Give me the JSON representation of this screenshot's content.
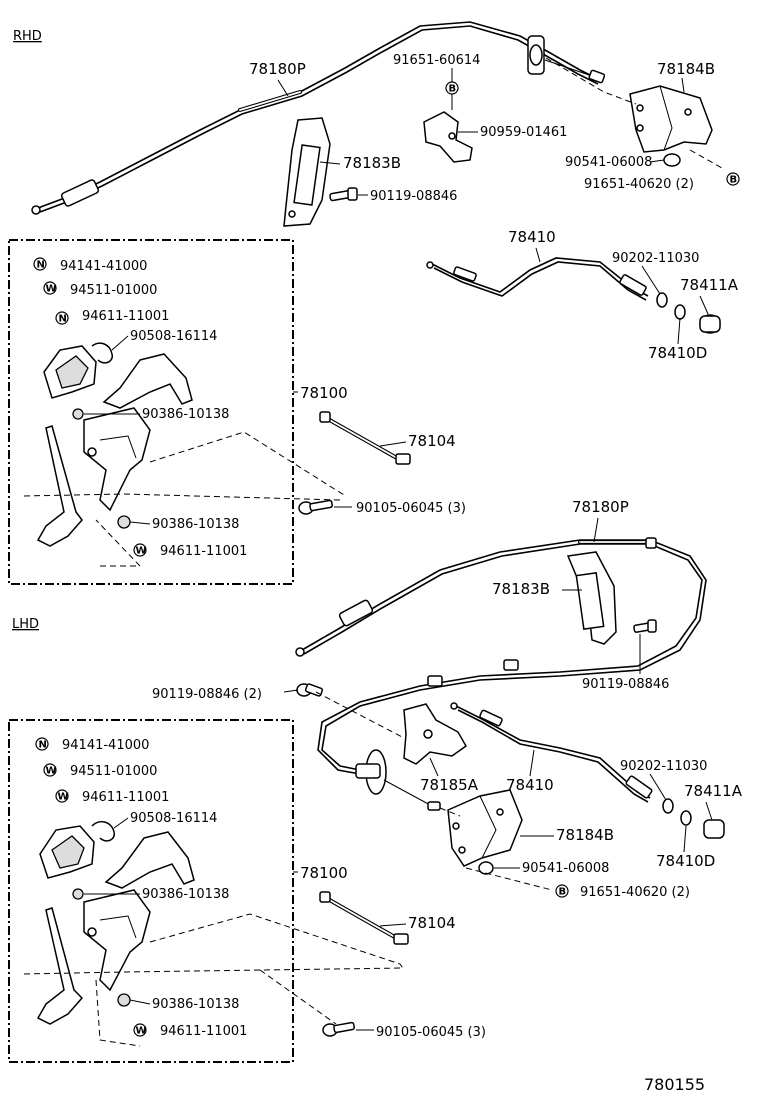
{
  "sections": {
    "rhd": "RHD",
    "lhd": "LHD"
  },
  "figure_number": "780155",
  "marks": {
    "n": "N",
    "w": "W",
    "b": "B"
  },
  "rhd": {
    "cable_main": "78180P",
    "clamp_bracket": "78183B",
    "bolt_clamp": "90119-08846",
    "grommet_clip": "91651-60614",
    "bracket_small": "90959-01461",
    "bracket_right": "78184B",
    "nut_bracket": "90541-06008",
    "bolt_bracket": "91651-40620 (2)",
    "cable_release": "78410",
    "cable_end_clip": "90202-11030",
    "knob": "78411A",
    "washer": "78410D",
    "lever_assembly": "78100",
    "rod": "78104",
    "lever_bolts": "90105-06045 (3)",
    "box_parts": {
      "p1": "94141-41000",
      "p2": "94511-01000",
      "p3": "94611-11001",
      "p4": "90508-16114",
      "p5": "90386-10138",
      "p6": "90386-10138",
      "p7": "94611-11001"
    }
  },
  "lhd": {
    "cable_main": "78180P",
    "clamp_bracket": "78183B",
    "bolt_clamp": "90119-08846",
    "bolt_left": "90119-08846 (2)",
    "bracket_left": "78185A",
    "cable_release": "78410",
    "cable_end_clip": "90202-11030",
    "knob": "78411A",
    "washer": "78410D",
    "bracket_right": "78184B",
    "nut_bracket": "90541-06008",
    "bolt_bracket": "91651-40620 (2)",
    "lever_assembly": "78100",
    "rod": "78104",
    "lever_bolts": "90105-06045 (3)",
    "box_parts": {
      "p1": "94141-41000",
      "p2": "94511-01000",
      "p3": "94611-11001",
      "p4": "90508-16114",
      "p5": "90386-10138",
      "p6": "90386-10138",
      "p7": "94611-11001"
    }
  }
}
